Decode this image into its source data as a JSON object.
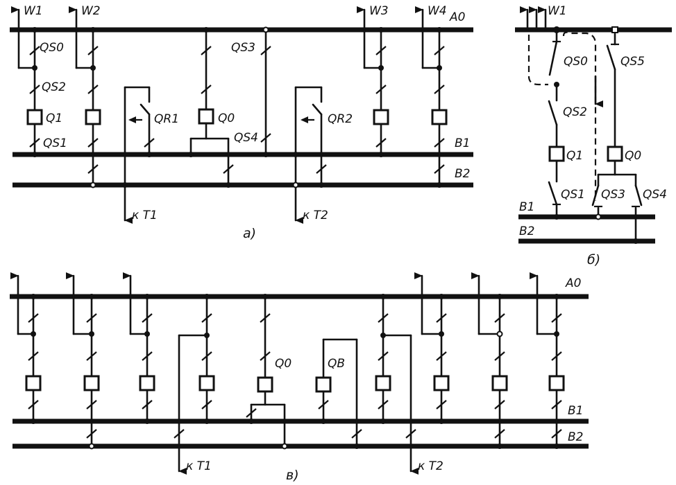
{
  "diagram_a": {
    "feeders": [
      "W1",
      "W2",
      "W3",
      "W4"
    ],
    "bus_main": "A0",
    "bus_1": "B1",
    "bus_2": "B2",
    "bypass_disconnector": "QS0",
    "line_disconnector": "QS2",
    "breaker": "Q1",
    "bus_disconnector": "QS1",
    "bypass_bus_disconnector": "QS3",
    "bypass_breaker": "Q0",
    "bypass_bus_disc_2": "QS4",
    "transformer_disc_1": "QR1",
    "transformer_disc_2": "QR2",
    "transformer_1": "к T1",
    "transformer_2": "к T2",
    "sublabel": "а)"
  },
  "diagram_b": {
    "feeder": "W1",
    "bypass_disconnector": "QS0",
    "extra_disconnector": "QS5",
    "line_disconnector": "QS2",
    "breaker": "Q1",
    "bypass_breaker": "Q0",
    "bus_disconnector": "QS1",
    "bypass_disc_3": "QS3",
    "bypass_disc_4": "QS4",
    "bus_1": "B1",
    "bus_2": "B2",
    "sublabel": "б)"
  },
  "diagram_c": {
    "bus_main": "A0",
    "bus_1": "B1",
    "bus_2": "B2",
    "bypass_breaker": "Q0",
    "sectional_breaker": "QB",
    "transformer_1": "к T1",
    "transformer_2": "к T2",
    "sublabel": "в)"
  }
}
